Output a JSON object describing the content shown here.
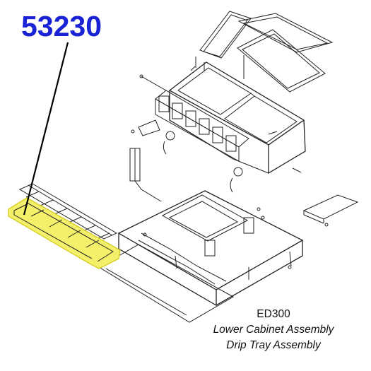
{
  "callout": {
    "part_number": "53230",
    "color": "#1a22d6"
  },
  "highlight": {
    "fill": "#f4f06a",
    "stroke": "#d8cf2a"
  },
  "caption": {
    "model": "ED300",
    "line1": "Lower Cabinet Assembly",
    "line2": "Drip Tray Assembly"
  }
}
